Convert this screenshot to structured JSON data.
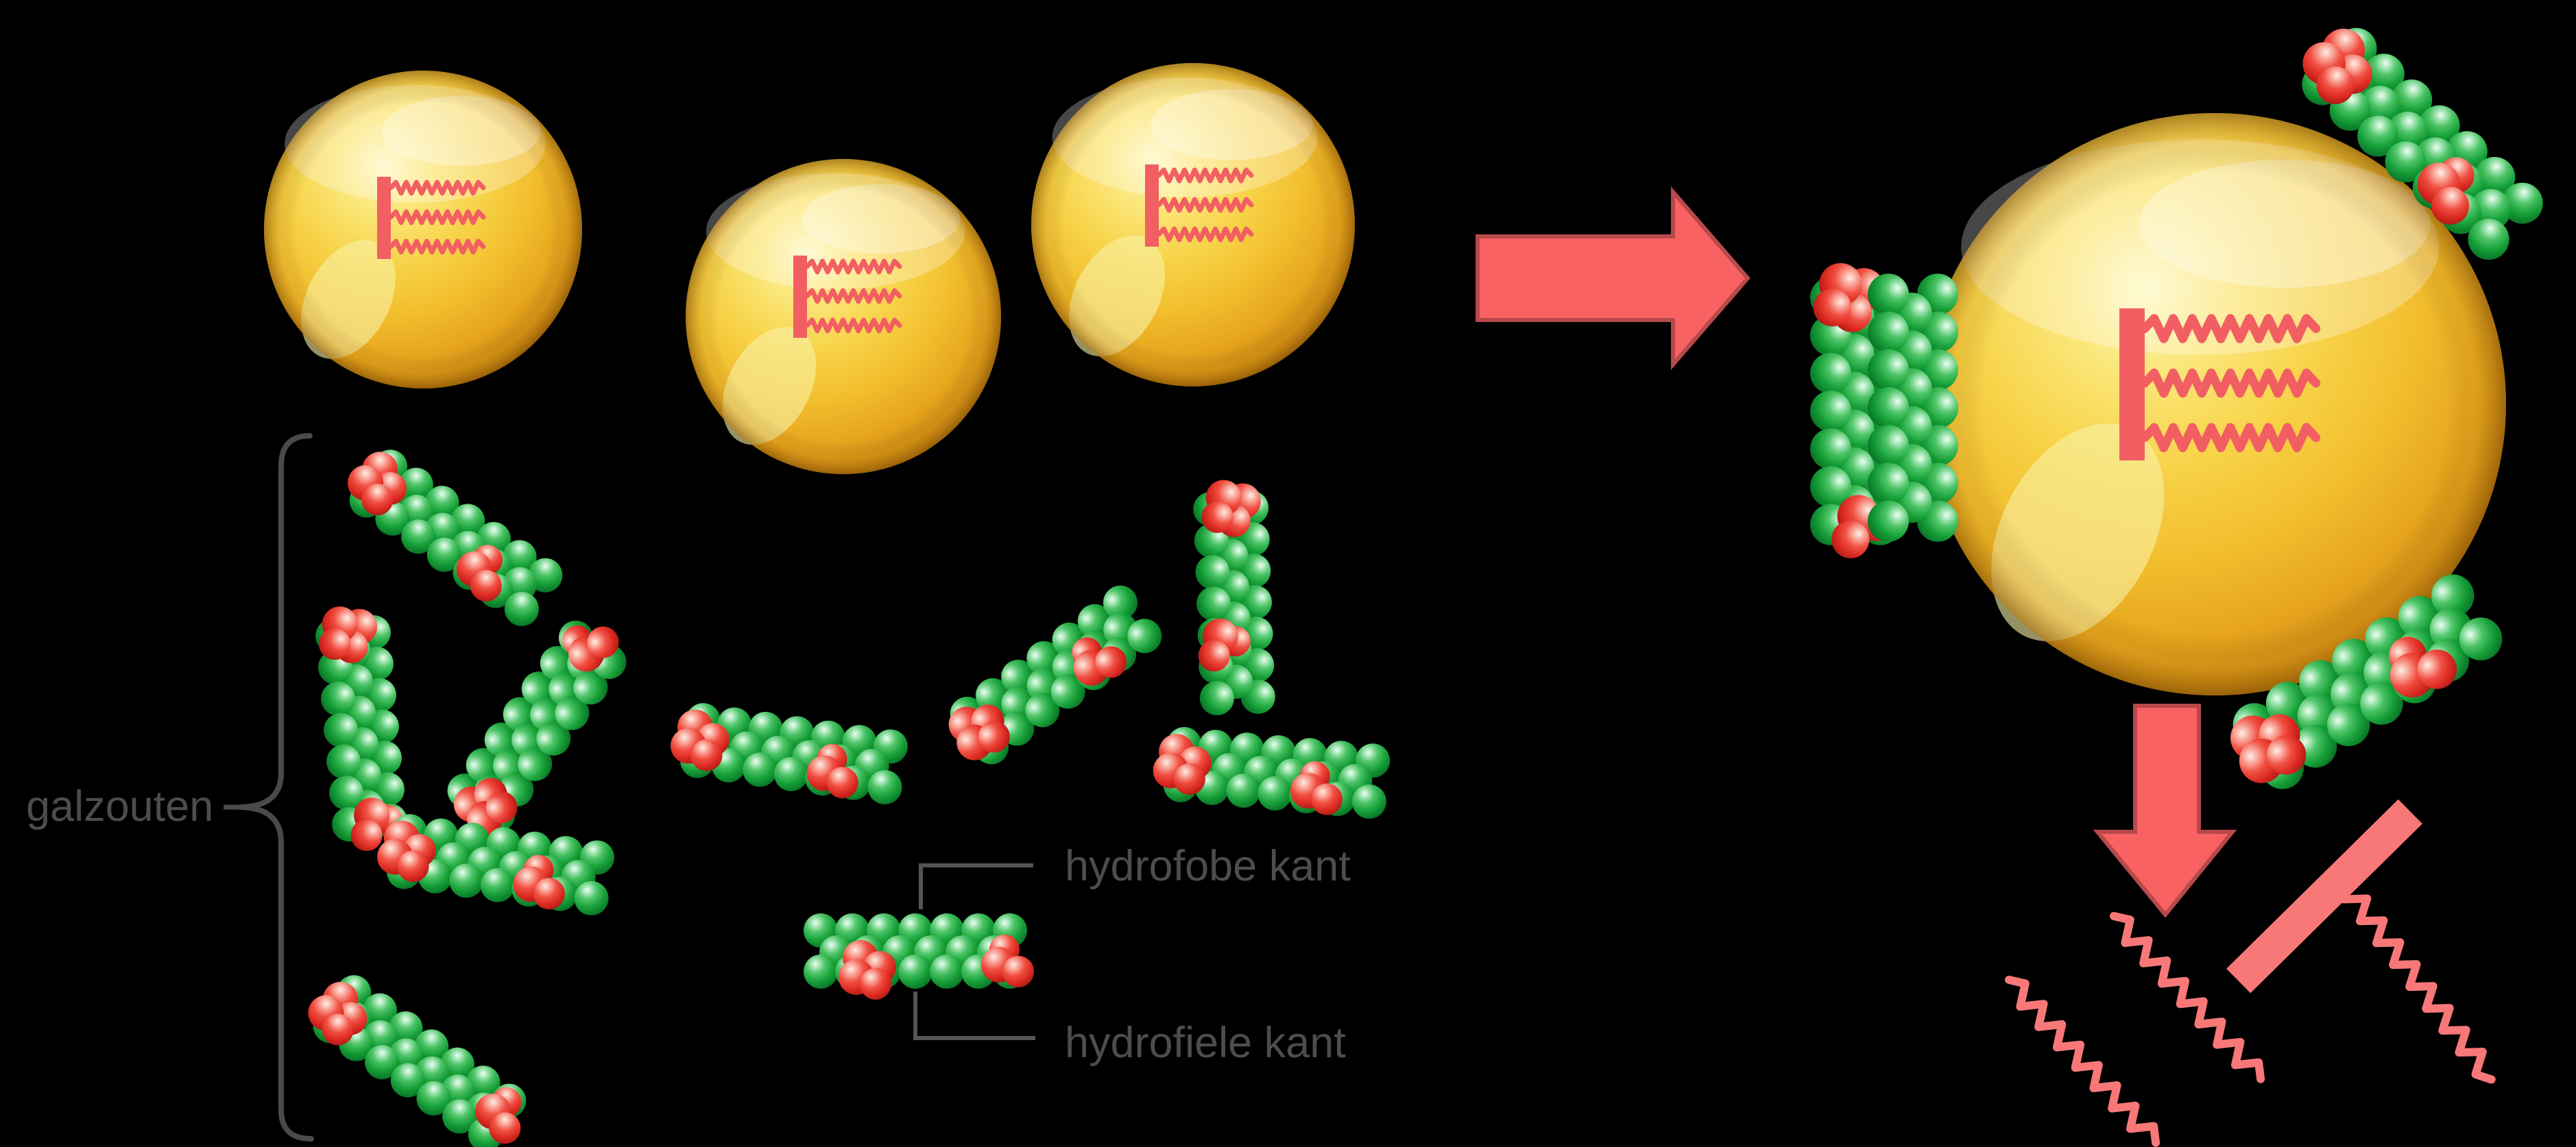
{
  "labels": {
    "bile_salts": "galzouten",
    "hydrophobic_side": "hydrofobe kant",
    "hydrophilic_side": "hydrofiele kant"
  },
  "scene": {
    "description": "Fat droplets are emulsified by bile salts into a coated droplet, then broken down into fatty acids",
    "left_fat_droplets": 3,
    "free_bile_salt_molecules": 10,
    "emulsified_fat_droplet": 1,
    "bile_salts_attached_to_droplet": 4,
    "triglyceride_symbols_in_droplets": 4,
    "free_fatty_acid_chains": 3,
    "monoglyceride_bars": 1,
    "arrows": [
      "right",
      "down"
    ]
  },
  "colors": {
    "background": "#000000",
    "fat_droplet_gold": "#F6CE43",
    "fat_droplet_rim": "#B87A10",
    "bile_salt_green": "#17A038",
    "bile_salt_red": "#DC2B22",
    "triglyceride_pink": "#F25F63",
    "arrow_fill": "#F96262",
    "arrow_outline": "#B7494C",
    "fatty_acid_pink": "#F87878",
    "label_text_gray": "#4D4D4F",
    "bracket_gray": "#4A4A4A"
  }
}
